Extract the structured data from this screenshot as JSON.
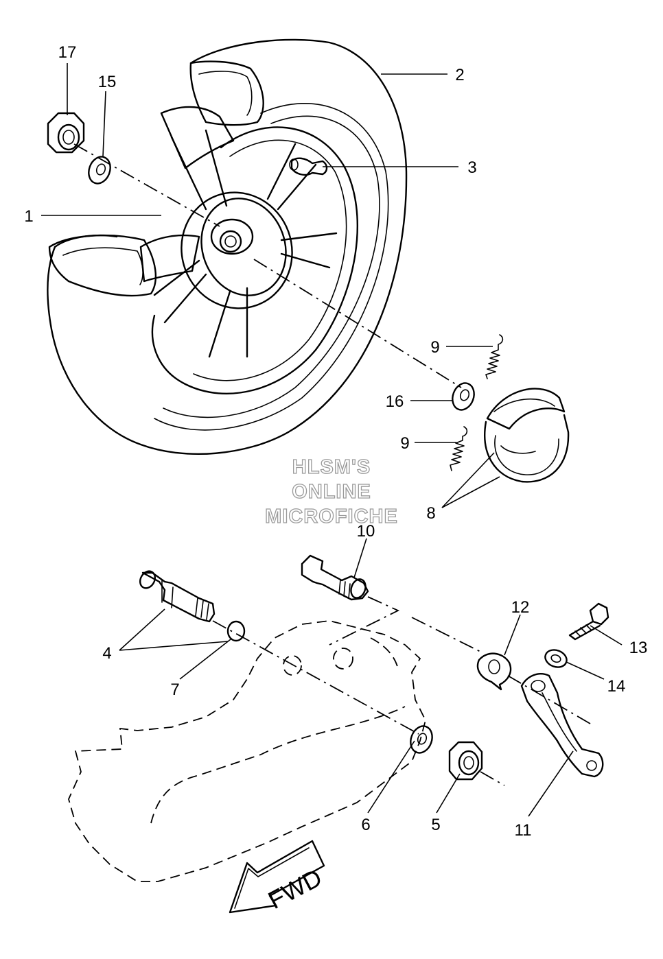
{
  "watermark": [
    "HLSM'S",
    "ONLINE",
    "MICROFICHE"
  ],
  "direction_label": "FWD",
  "callouts": [
    {
      "id": "c1",
      "text": "1"
    },
    {
      "id": "c2",
      "text": "2"
    },
    {
      "id": "c3",
      "text": "3"
    },
    {
      "id": "c4",
      "text": "4"
    },
    {
      "id": "c5",
      "text": "5"
    },
    {
      "id": "c6",
      "text": "6"
    },
    {
      "id": "c7",
      "text": "7"
    },
    {
      "id": "c8",
      "text": "8"
    },
    {
      "id": "c9a",
      "text": "9"
    },
    {
      "id": "c9b",
      "text": "9"
    },
    {
      "id": "c10",
      "text": "10"
    },
    {
      "id": "c11",
      "text": "11"
    },
    {
      "id": "c12",
      "text": "12"
    },
    {
      "id": "c13",
      "text": "13"
    },
    {
      "id": "c14",
      "text": "14"
    },
    {
      "id": "c15",
      "text": "15"
    },
    {
      "id": "c16",
      "text": "16"
    },
    {
      "id": "c17",
      "text": "17"
    }
  ]
}
